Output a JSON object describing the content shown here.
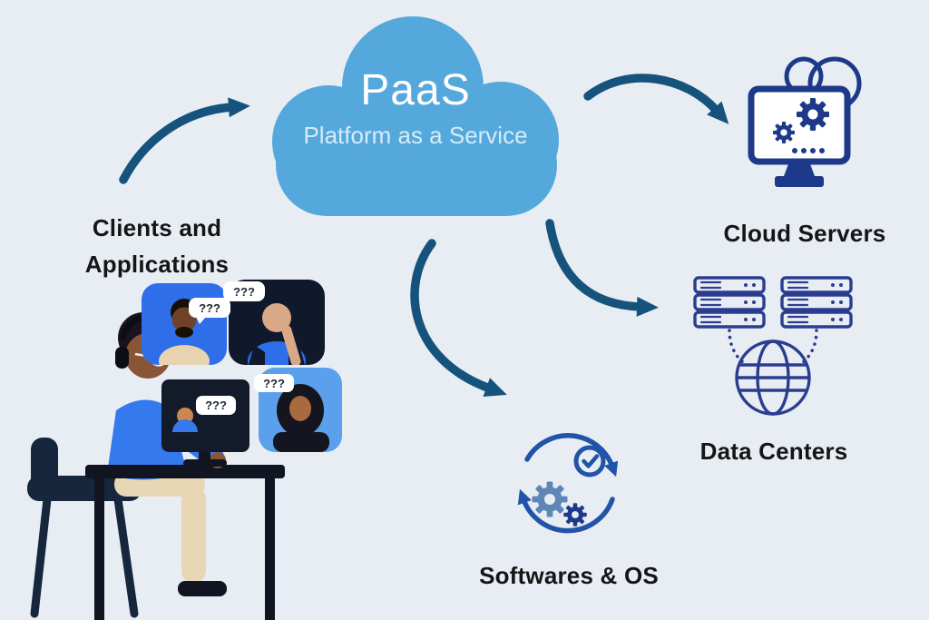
{
  "cloud": {
    "title": "PaaS",
    "subtitle": "Platform as a Service"
  },
  "labels": {
    "clients_line1": "Clients and",
    "clients_line2": "Applications",
    "cloud_servers": "Cloud Servers",
    "data_centers": "Data Centers",
    "softwares_os": "Softwares & OS"
  },
  "bubbles": {
    "text": "???"
  },
  "colors": {
    "background": "#e8edf4",
    "cloud_fill": "#55a8dc",
    "arrow": "#15537d",
    "icon_navy": "#1d3a8a",
    "icon_outline": "#2a3d8f",
    "softwares_blue": "#2153a8",
    "label_text": "#151515"
  },
  "icons": {
    "cloud_servers": "monitor-with-gears-and-cloud",
    "data_centers": "server-racks-with-globe",
    "softwares_os": "gears-in-refresh-cycle-with-check"
  }
}
